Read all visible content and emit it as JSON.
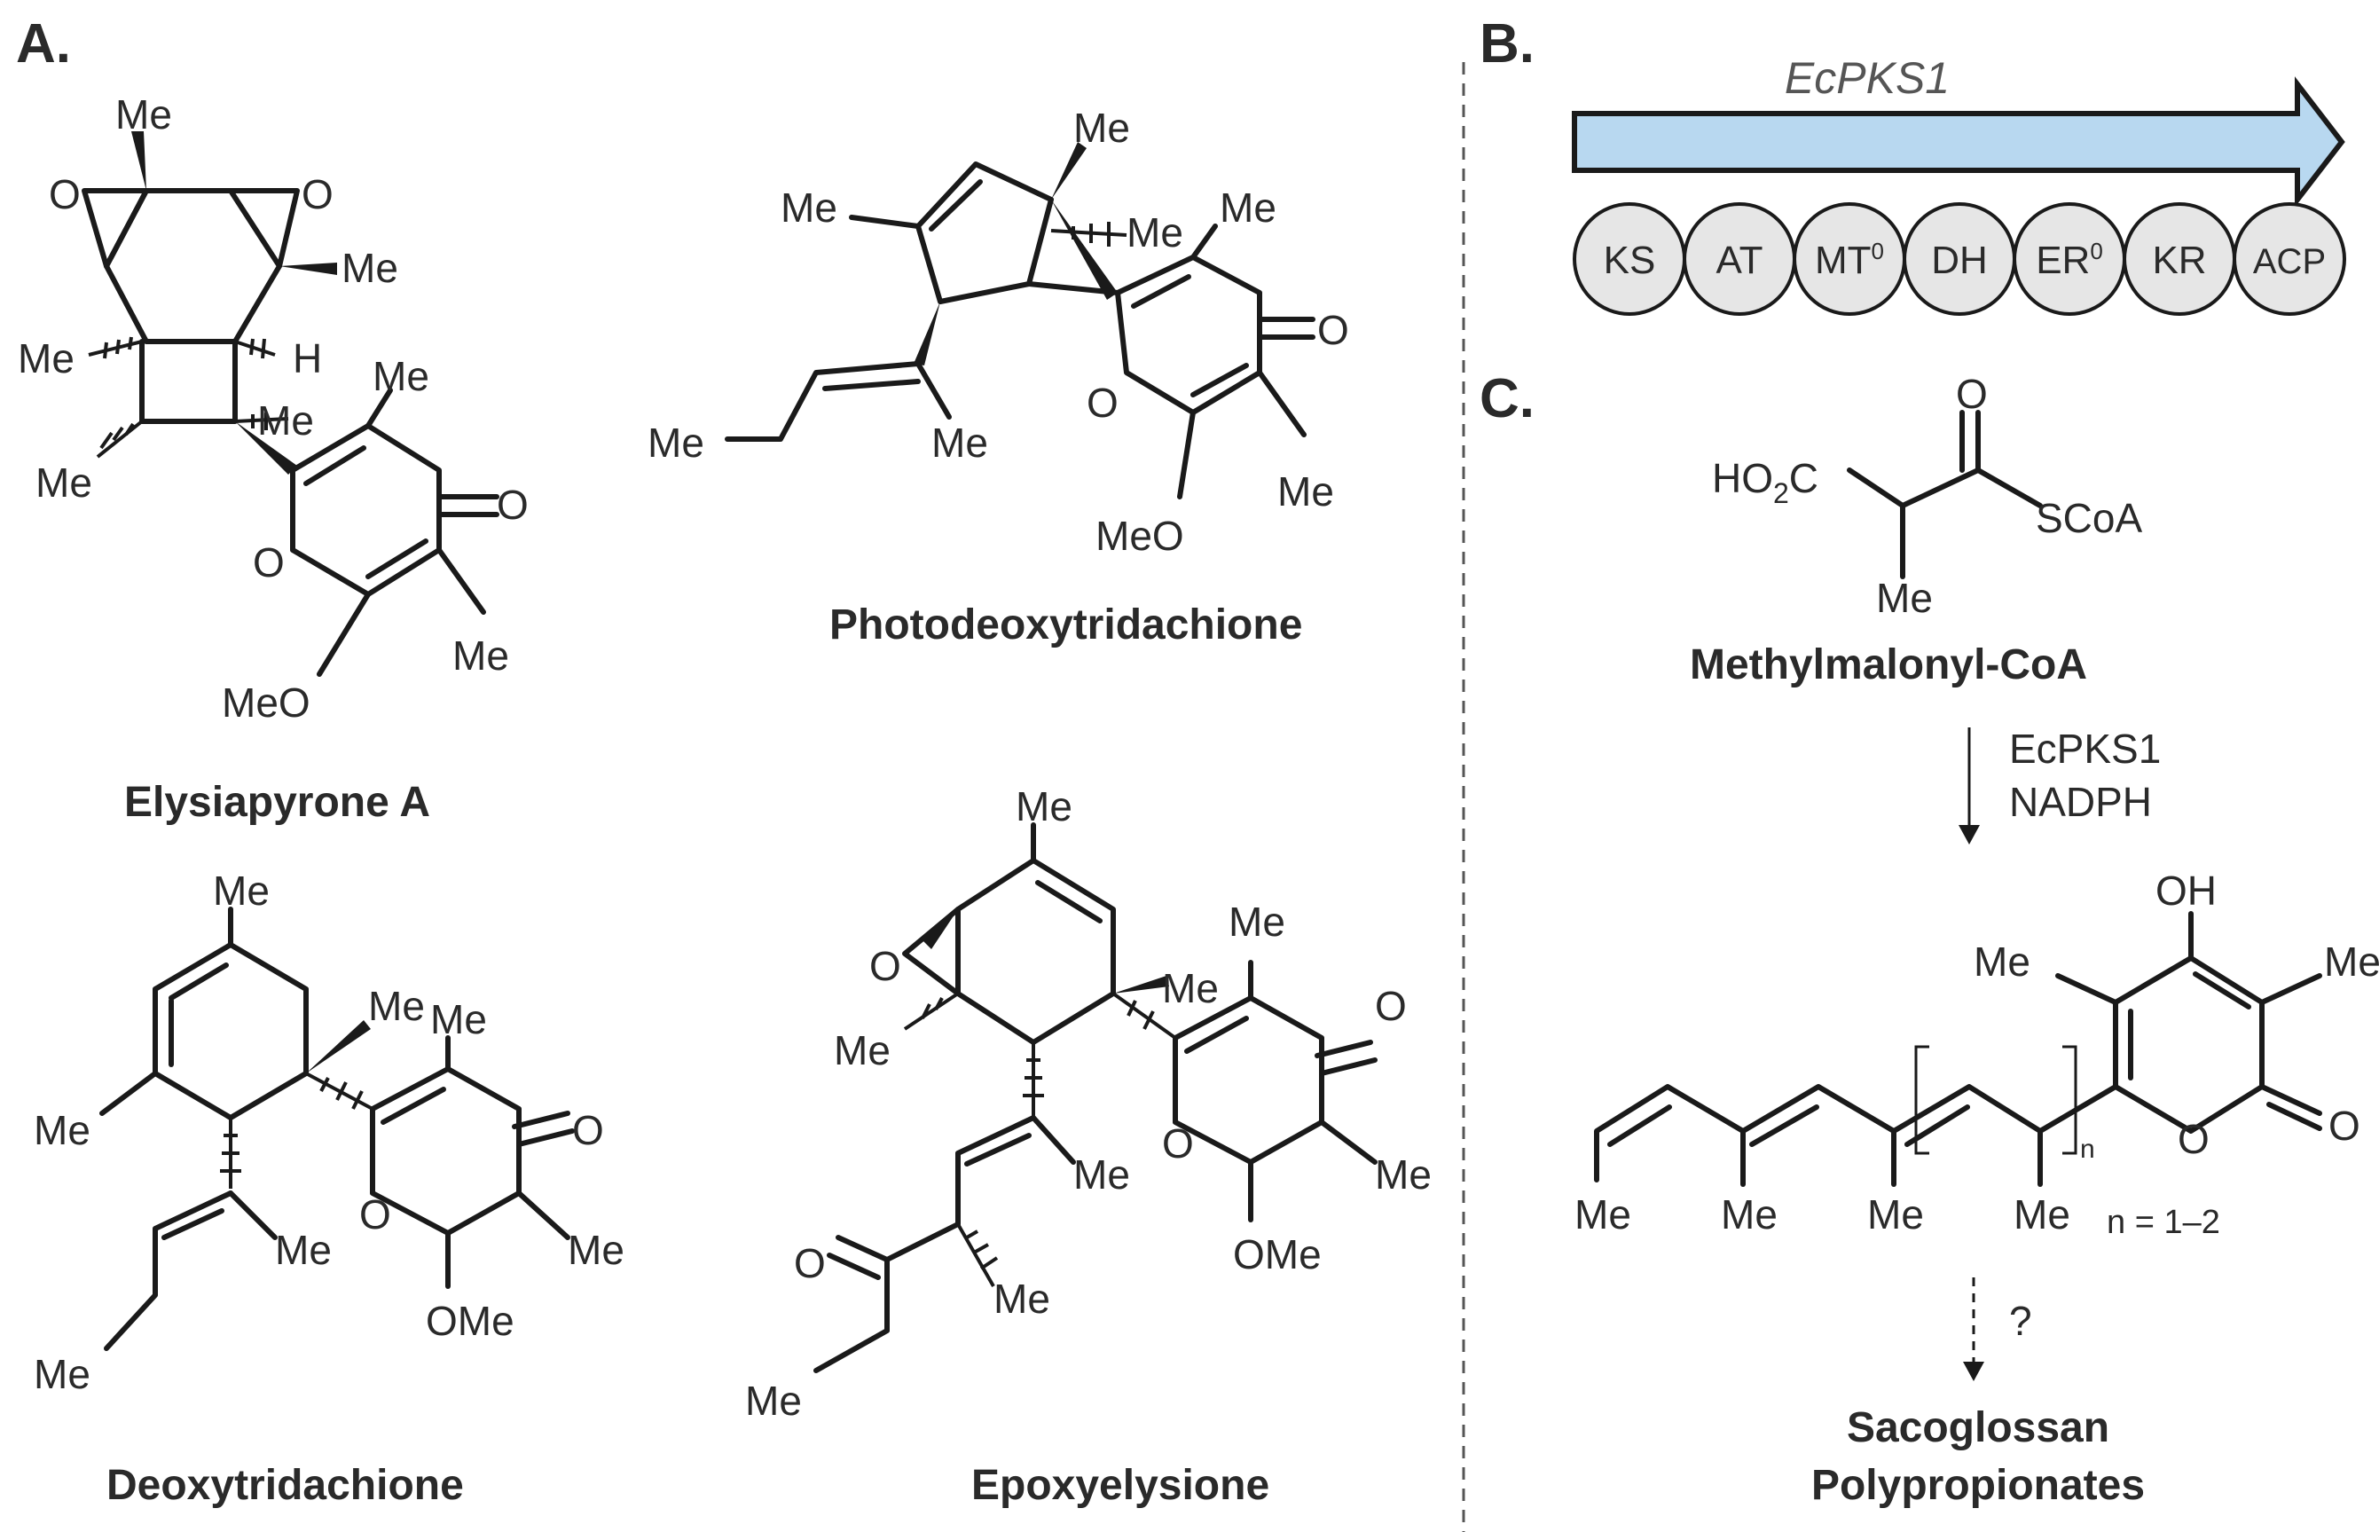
{
  "panels": {
    "a": "A.",
    "b": "B.",
    "c": "C."
  },
  "compounds": {
    "elysiapyrone_a": "Elysiapyrone A",
    "photodeoxytridachione": "Photodeoxytridachione",
    "deoxytridachione": "Deoxytridachione",
    "epoxyelysione": "Epoxyelysione",
    "methylmalonyl_coa": "Methylmalonyl-CoA",
    "sacoglossan_1": "Sacoglossan",
    "sacoglossan_2": "Polypropionates"
  },
  "atoms": {
    "me": "Me",
    "o": "O",
    "h": "H",
    "meo": "MeO",
    "ome": "OMe",
    "oh": "OH",
    "sc_oa": "SCoA",
    "ho2c_a": "HO",
    "ho2c_sub": "2",
    "ho2c_b": "C"
  },
  "gene": {
    "name": "EcPKS1",
    "color": "#b8d8f0"
  },
  "domains": [
    {
      "label": "KS",
      "sup": ""
    },
    {
      "label": "AT",
      "sup": ""
    },
    {
      "label": "MT",
      "sup": "0"
    },
    {
      "label": "DH",
      "sup": ""
    },
    {
      "label": "ER",
      "sup": "0"
    },
    {
      "label": "KR",
      "sup": ""
    },
    {
      "label": "ACP",
      "sup": ""
    }
  ],
  "reaction": {
    "reagent_1": "EcPKS1",
    "reagent_2": "NADPH",
    "unknown": "?",
    "repeat_n": "n",
    "repeat_range": "n = 1–2"
  }
}
